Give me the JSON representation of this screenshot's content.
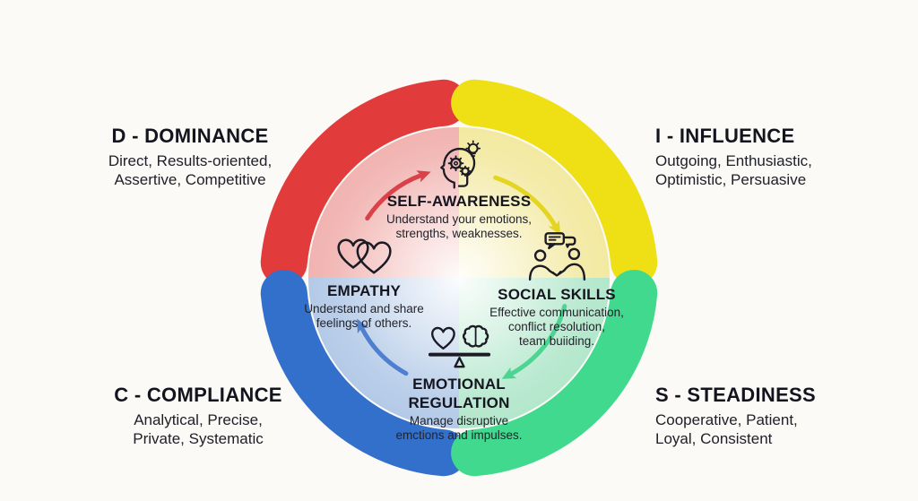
{
  "background_color": "#FBFAF6",
  "quadrants": [
    {
      "key": "dominance",
      "title": "D - DOMINANCE",
      "traits": [
        "Direct, Results-oriented,",
        "Assertive, Competitive"
      ],
      "arc_color": "#E23B3B",
      "fill_color": "#F0AFAC"
    },
    {
      "key": "influence",
      "title": "I - INFLUENCE",
      "traits": [
        "Outgoing, Enthusiastic,",
        "Optimistic, Persuasive"
      ],
      "arc_color": "#EFE016",
      "fill_color": "#F2E89C"
    },
    {
      "key": "compliance",
      "title": "C - COMPLIANCE",
      "traits": [
        "Analytical, Precise,",
        "Private, Systematic"
      ],
      "arc_color": "#3270CB",
      "fill_color": "#AFC7E6"
    },
    {
      "key": "steadiness",
      "title": "S - STEADINESS",
      "traits": [
        "Cooperative, Patient,",
        "Loyal, Consistent"
      ],
      "arc_color": "#41D98D",
      "fill_color": "#AFE6C9"
    }
  ],
  "eq_components": [
    {
      "key": "self-awareness",
      "title": "SELF-AWARENESS",
      "description": [
        "Understand your emotions,",
        "strengths, weaknesses."
      ],
      "icon": "head-gears-lightbulb-icon"
    },
    {
      "key": "social-skills",
      "title": "SOCIAL SKILLS",
      "description": [
        "Effective communication,",
        "conflict resolution,",
        "team buiiding."
      ],
      "icon": "handshake-speech-icon"
    },
    {
      "key": "emotional-regulation",
      "title": "EMOTIONAL REGULATION",
      "description": [
        "Manage disruptive",
        "emctions and impulses."
      ],
      "icon": "heart-brain-balance-icon"
    },
    {
      "key": "empathy",
      "title": "EMPATHY",
      "description": [
        "Understand and share",
        "feelings of others."
      ],
      "icon": "double-hearts-icon"
    }
  ],
  "arrows": [
    {
      "from": "empathy",
      "to": "self-awareness",
      "color": "#D8383F"
    },
    {
      "from": "self-awareness",
      "to": "social-skills",
      "color": "#E2D314"
    },
    {
      "from": "social-skills",
      "to": "emotional-regulation",
      "color": "#43D28E"
    },
    {
      "from": "emotional-regulation",
      "to": "empathy",
      "color": "#4679CE"
    }
  ]
}
